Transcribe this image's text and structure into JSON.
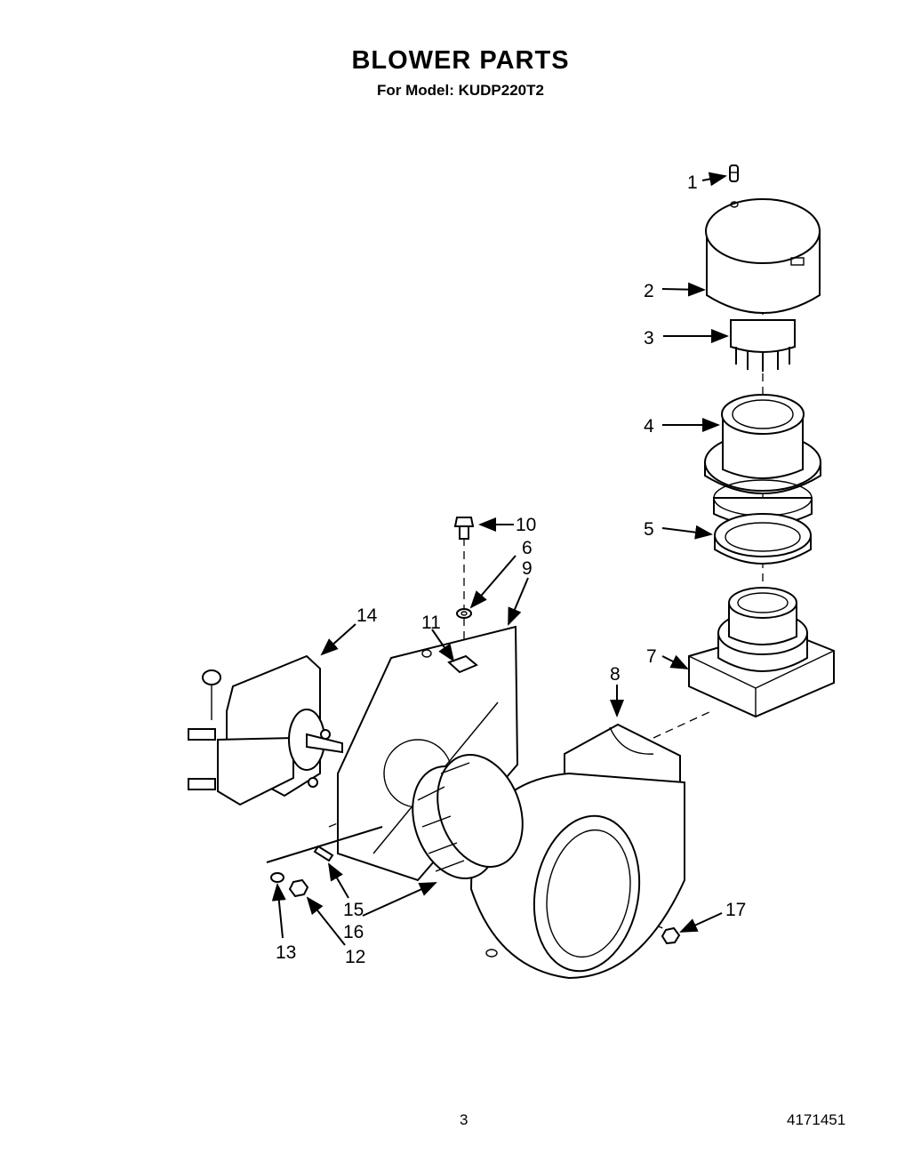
{
  "header": {
    "title": "BLOWER PARTS",
    "subtitle": "For Model: KUDP220T2"
  },
  "footer": {
    "page_number": "3",
    "document_number": "4171451"
  },
  "callouts": [
    "1",
    "2",
    "3",
    "4",
    "5",
    "6",
    "7",
    "8",
    "9",
    "10",
    "11",
    "12",
    "13",
    "14",
    "15",
    "16",
    "17"
  ]
}
